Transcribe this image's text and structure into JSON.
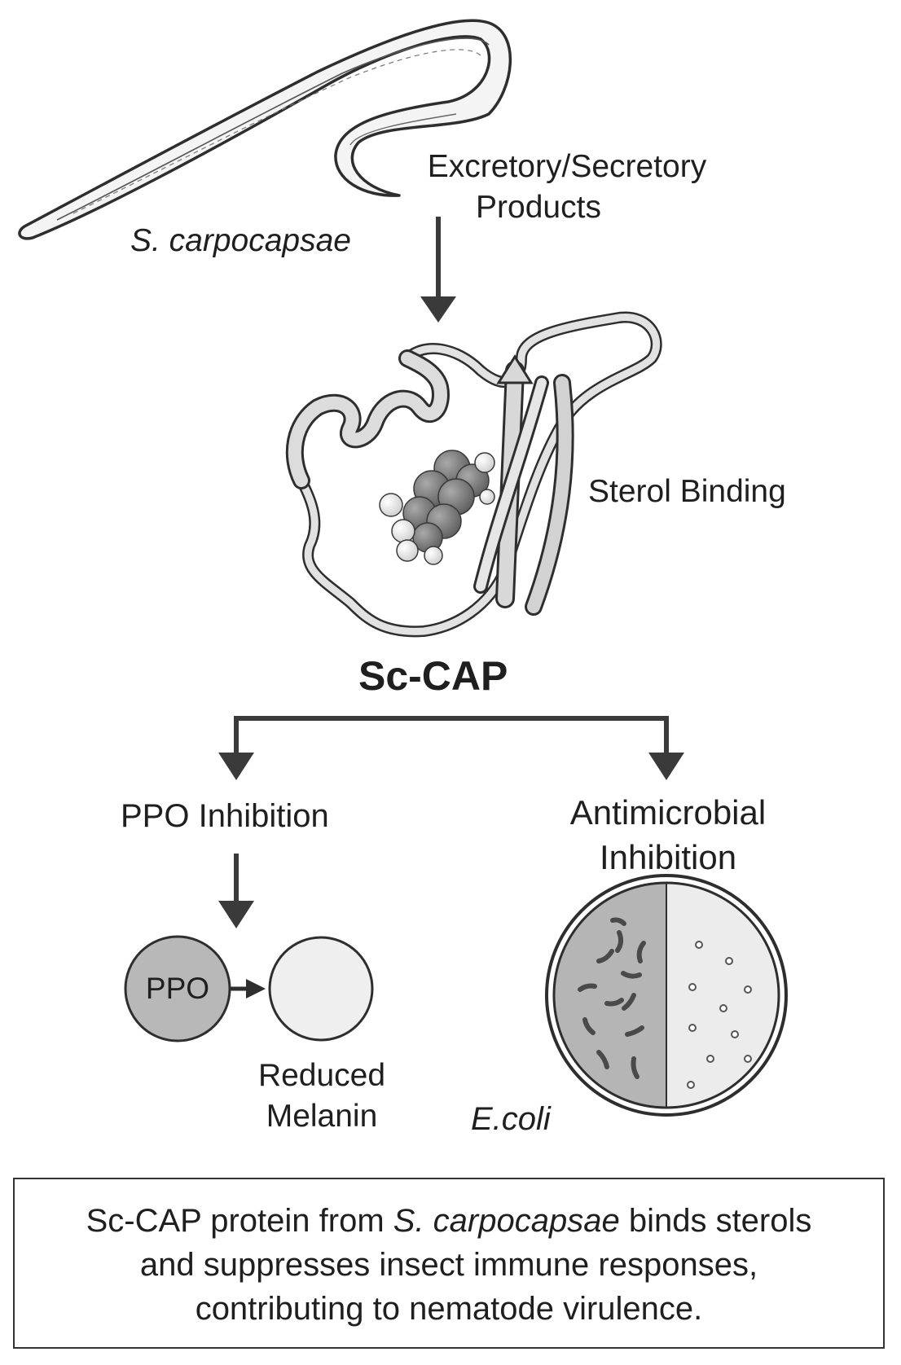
{
  "organism_label": "S. carpocapsae",
  "es_products": {
    "line1": "Excretory/Secretory",
    "line2": "Products"
  },
  "sterol_label": "Sterol Binding",
  "protein_label": "Sc-CAP",
  "ppo_branch_label": "PPO Inhibition",
  "antimicrobial_label": {
    "line1": "Antimicrobial",
    "line2": "Inhibition"
  },
  "ppo_circle_label": "PPO",
  "melanin_label": {
    "line1": "Reduced",
    "line2": "Melanin"
  },
  "ecoli_label": "E.coli",
  "caption": {
    "line1_pre": "Sc-CAP protein from ",
    "line1_ital": "S. carpocapsae",
    "line1_post": " binds sterols",
    "line2": "and suppresses insect immune responses,",
    "line3": "contributing to nematode virulence."
  },
  "colors": {
    "ink": "#3a3a3a",
    "ppo_fill": "#b8b8b8",
    "dish_left": "#b5b5b5",
    "dish_right": "#ececec",
    "worm_fill": "#f4f4f4",
    "ligand": "#7e7e7e"
  },
  "icons": [
    "nematode-icon",
    "protein-ribbon-icon",
    "sterol-ligand-icon",
    "petri-dish-icon"
  ]
}
